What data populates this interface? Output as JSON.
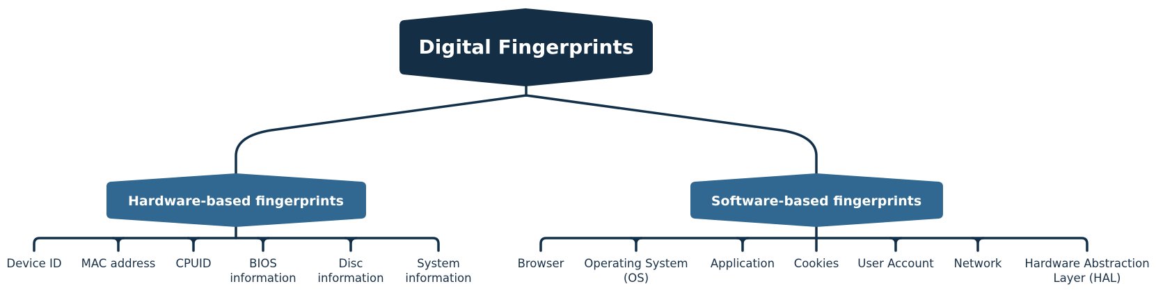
{
  "root": {
    "label": "Digital Fingerprints"
  },
  "categories": [
    {
      "label": "Hardware-based fingerprints",
      "items": [
        {
          "lines": [
            "Device ID"
          ]
        },
        {
          "lines": [
            "MAC address"
          ]
        },
        {
          "lines": [
            "CPUID"
          ]
        },
        {
          "lines": [
            "BIOS",
            "information"
          ]
        },
        {
          "lines": [
            "Disc",
            "information"
          ]
        },
        {
          "lines": [
            "System",
            "information"
          ]
        }
      ]
    },
    {
      "label": "Software-based fingerprints",
      "items": [
        {
          "lines": [
            "Browser"
          ]
        },
        {
          "lines": [
            "Operating System",
            "(OS)"
          ]
        },
        {
          "lines": [
            "Application"
          ]
        },
        {
          "lines": [
            "Cookies"
          ]
        },
        {
          "lines": [
            "User Account"
          ]
        },
        {
          "lines": [
            "Network"
          ]
        },
        {
          "lines": [
            "Hardware Abstraction",
            "Layer (HAL)"
          ]
        }
      ]
    }
  ],
  "colors": {
    "root_fill": "#132e45",
    "category_fill": "#306891",
    "connector": "#12304a",
    "leaf_text": "#1a3046"
  }
}
